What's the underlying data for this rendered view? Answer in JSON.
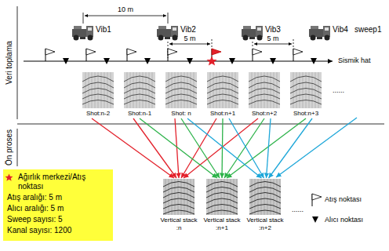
{
  "diagram": {
    "nodes": [
      {
        "text": [
          "Shot:n-2"
        ]
      },
      {
        "text": [
          "Shot:n-1"
        ]
      },
      {
        "text": [
          "Shot: n"
        ]
      },
      {
        "text": [
          "Shot:n+1"
        ]
      },
      {
        "text": [
          "Shot:n+2"
        ]
      },
      {
        "text": [
          "Shot:n+3"
        ]
      },
      {
        "text": [
          "Ağırlık merkezi/Atış noktası",
          "Atış aralığı: 5 m",
          "Alıcı aralığı: 5 m",
          "Sweep sayısı: 5",
          "Kanal sayısı: 1200"
        ]
      },
      {
        "text": [
          "Vertical stack :n"
        ]
      },
      {
        "text": [
          "Vertical stack :n+1"
        ]
      },
      {
        "text": [
          "Vertical stack :n+2"
        ]
      }
    ],
    "edges": [
      {
        "from": 0,
        "to": 7,
        "arrow": "to"
      },
      {
        "from": 1,
        "to": 7,
        "arrow": "to"
      },
      {
        "from": 2,
        "to": 7,
        "arrow": "to"
      },
      {
        "from": 3,
        "to": 7,
        "arrow": "to"
      },
      {
        "from": 4,
        "to": 7,
        "arrow": "to"
      },
      {
        "from": 1,
        "to": 8,
        "arrow": "to"
      },
      {
        "from": 2,
        "to": 8,
        "arrow": "to"
      },
      {
        "from": 3,
        "to": 8,
        "arrow": "to"
      },
      {
        "from": 4,
        "to": 8,
        "arrow": "to"
      },
      {
        "from": 5,
        "to": 8,
        "arrow": "to"
      },
      {
        "from": 2,
        "to": 9,
        "arrow": "to"
      },
      {
        "from": 3,
        "to": 9,
        "arrow": "to"
      },
      {
        "from": 4,
        "to": 9,
        "arrow": "to"
      },
      {
        "from": 5,
        "to": 9,
        "arrow": "to"
      }
    ],
    "labels": [
      "Vib1",
      "Vib2",
      "Vib3",
      "Vib4",
      "sweep1",
      "10 m",
      "5 m",
      "5 m",
      "Sismik hat",
      "Veri toplama",
      "Ön proses",
      "......",
      "......"
    ],
    "legend": [
      {
        "text": "Atış noktası"
      },
      {
        "text": "Alıcı noktası"
      }
    ]
  }
}
